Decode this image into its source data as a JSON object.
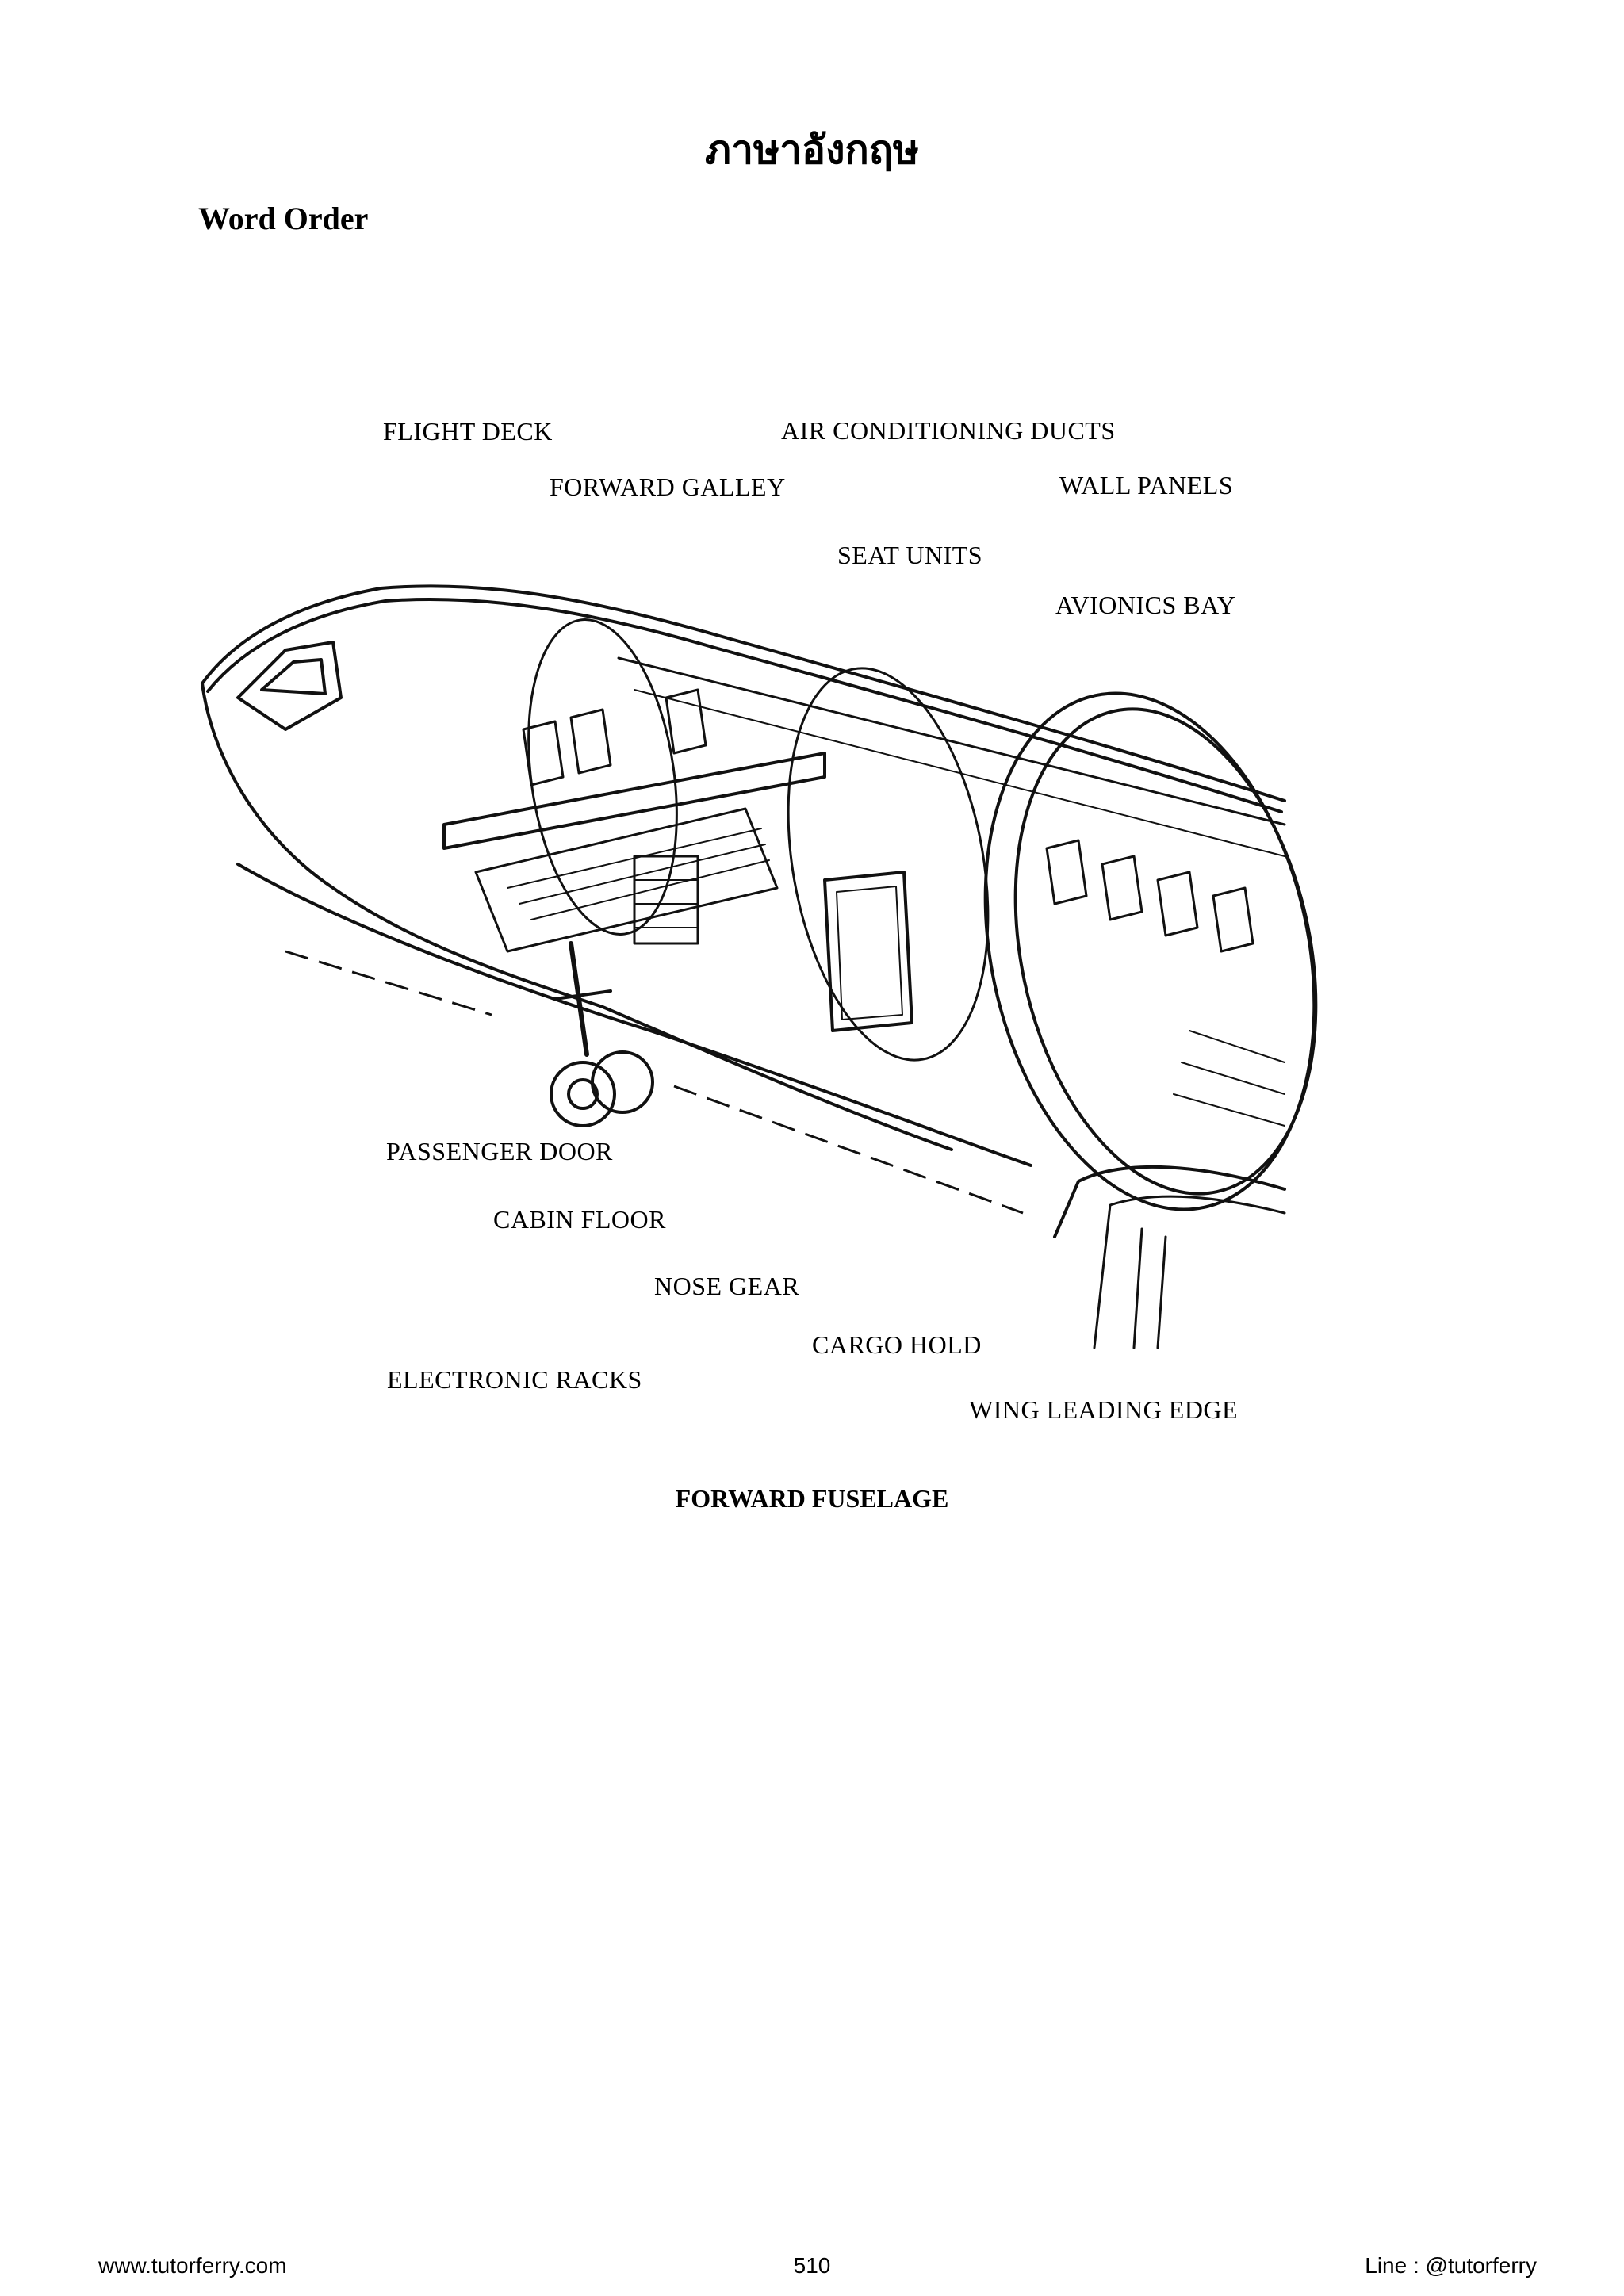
{
  "page": {
    "title": "ภาษาอังกฤษ",
    "section_heading": "Word Order"
  },
  "figure": {
    "caption": "FORWARD FUSELAGE",
    "labels": {
      "flight_deck": "FLIGHT DECK",
      "air_conditioning_ducts": "AIR CONDITIONING DUCTS",
      "forward_galley": "FORWARD GALLEY",
      "wall_panels": "WALL PANELS",
      "seat_units": "SEAT UNITS",
      "avionics_bay": "AVIONICS BAY",
      "passenger_door": "PASSENGER DOOR",
      "cabin_floor": "CABIN FLOOR",
      "nose_gear": "NOSE GEAR",
      "cargo_hold": "CARGO HOLD",
      "electronic_racks": "ELECTRONIC RACKS",
      "wing_leading_edge": "WING LEADING EDGE"
    }
  },
  "footer": {
    "website": "www.tutorferry.com",
    "page_number": "510",
    "line_id": "Line : @tutorferry"
  }
}
